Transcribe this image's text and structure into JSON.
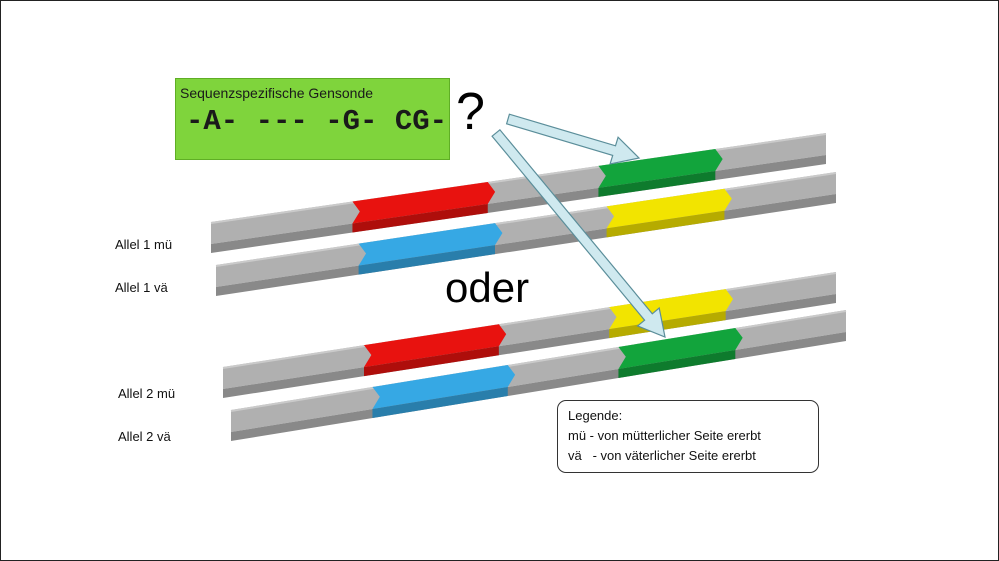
{
  "probe": {
    "title": "Sequenzspezifische Gensonde",
    "sequence": "-A- --- -G- CG-",
    "color": "#7fd43c"
  },
  "question_mark": "?",
  "oder_label": "oder",
  "alleles": [
    {
      "label": "Allel 1 mü",
      "segments": [
        "red",
        "green"
      ]
    },
    {
      "label": "Allel 1 vä",
      "segments": [
        "blue",
        "yellow"
      ]
    },
    {
      "label": "Allel 2 mü",
      "segments": [
        "red",
        "yellow"
      ]
    },
    {
      "label": "Allel 2 vä",
      "segments": [
        "blue",
        "green"
      ]
    }
  ],
  "legend": {
    "title": "Legende:",
    "lines": [
      "mü - von mütterlicher Seite ererbt",
      "vä   - von väterlicher Seite ererbt"
    ]
  },
  "colors": {
    "rod": "#b0b0b0",
    "red": "#e8120f",
    "blue": "#36a8e4",
    "green": "#12a43c",
    "yellow": "#f2e400",
    "arrow_fill": "#cfe9ef",
    "arrow_stroke": "#5b8e9a"
  }
}
